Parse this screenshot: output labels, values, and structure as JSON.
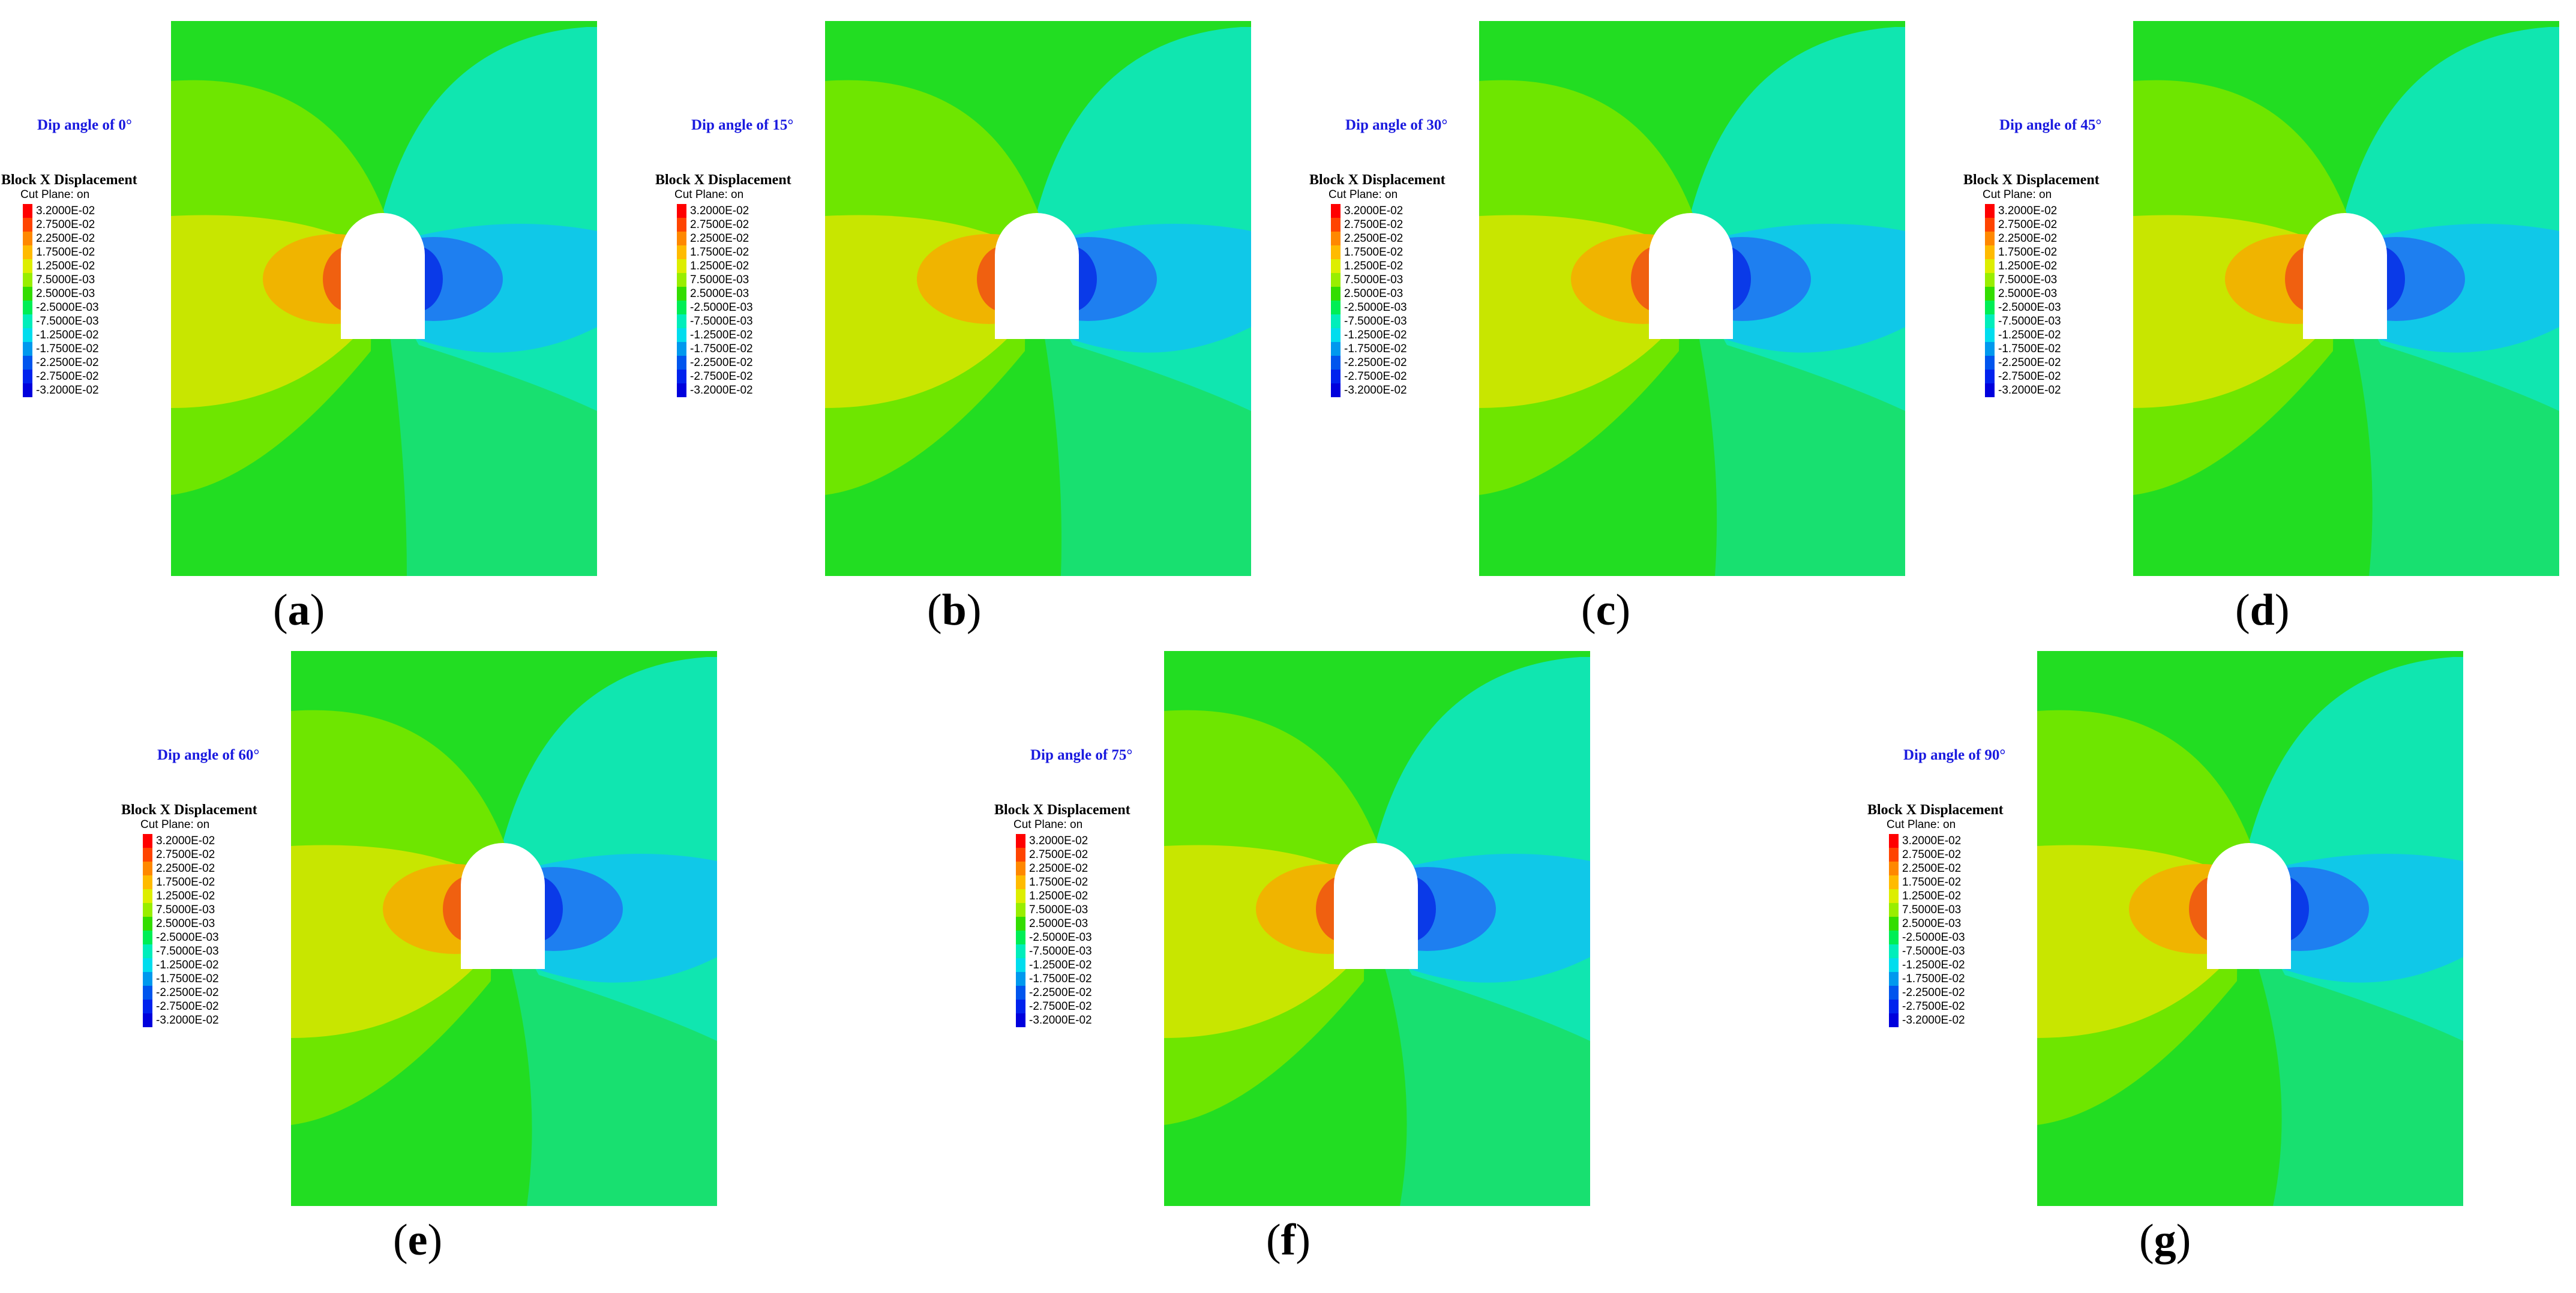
{
  "legend": {
    "title": "Block X Displacement",
    "subtitle": "Cut Plane: on",
    "ticks": [
      "3.2000E-02",
      "2.7500E-02",
      "2.2500E-02",
      "1.7500E-02",
      "1.2500E-02",
      "7.5000E-03",
      "2.5000E-03",
      "-2.5000E-03",
      "-7.5000E-03",
      "-1.2500E-02",
      "-1.7500E-02",
      "-2.2500E-02",
      "-2.7500E-02",
      "-3.2000E-02"
    ],
    "colors": [
      "#ff0000",
      "#ff4400",
      "#ff8800",
      "#ffbb00",
      "#ddee00",
      "#99ee00",
      "#33dd00",
      "#00ee55",
      "#00eebb",
      "#00ddee",
      "#0099ee",
      "#0055ee",
      "#0022ee",
      "#0000dd"
    ]
  },
  "panels": [
    {
      "id": "a",
      "title": "Dip angle of 0°",
      "label": "a",
      "angle": 0
    },
    {
      "id": "b",
      "title": "Dip angle of 15°",
      "label": "b",
      "angle": 15
    },
    {
      "id": "c",
      "title": "Dip angle of 30°",
      "label": "c",
      "angle": 30
    },
    {
      "id": "d",
      "title": "Dip angle of 45°",
      "label": "d",
      "angle": 45
    },
    {
      "id": "e",
      "title": "Dip angle of 60°",
      "label": "e",
      "angle": 60
    },
    {
      "id": "f",
      "title": "Dip angle of 75°",
      "label": "f",
      "angle": 75
    },
    {
      "id": "g",
      "title": "Dip angle of 90°",
      "label": "g",
      "angle": 90
    }
  ],
  "contour_colors": {
    "background": "#22dd22",
    "left_band": "#6ee600",
    "left_mid": "#c8e600",
    "left_inner": "#f0b400",
    "left_core": "#f06010",
    "right_band": "#10e6b0",
    "right_mid": "#10c8e8",
    "right_inner": "#1e7ff0",
    "right_core": "#0a3ae8",
    "lower_right": "#18e070",
    "tunnel": "#ffffff"
  }
}
